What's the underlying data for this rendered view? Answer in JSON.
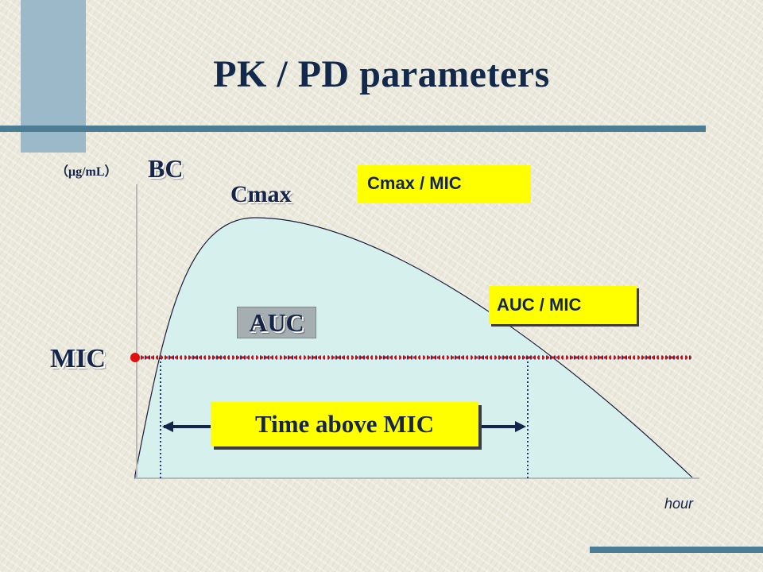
{
  "slide": {
    "title": "PK / PD  parameters"
  },
  "diagram": {
    "y_unit": "（μg/mL）",
    "y_axis_label": "BC",
    "peak_label": "Cmax",
    "threshold_label": "MIC",
    "area_label": "AUC",
    "x_unit": "hour",
    "boxes": {
      "cmax_mic": "Cmax / MIC",
      "auc_mic": "AUC / MIC",
      "time_above_mic": "Time above MIC"
    },
    "colors": {
      "curve_fill": "#d6f0ee",
      "curve_stroke": "#1a1a3a",
      "mic_line": "#e01010",
      "box_yellow": "#ffff00",
      "dark_navy": "#13294b",
      "accent_bar": "#4b7d95"
    }
  }
}
